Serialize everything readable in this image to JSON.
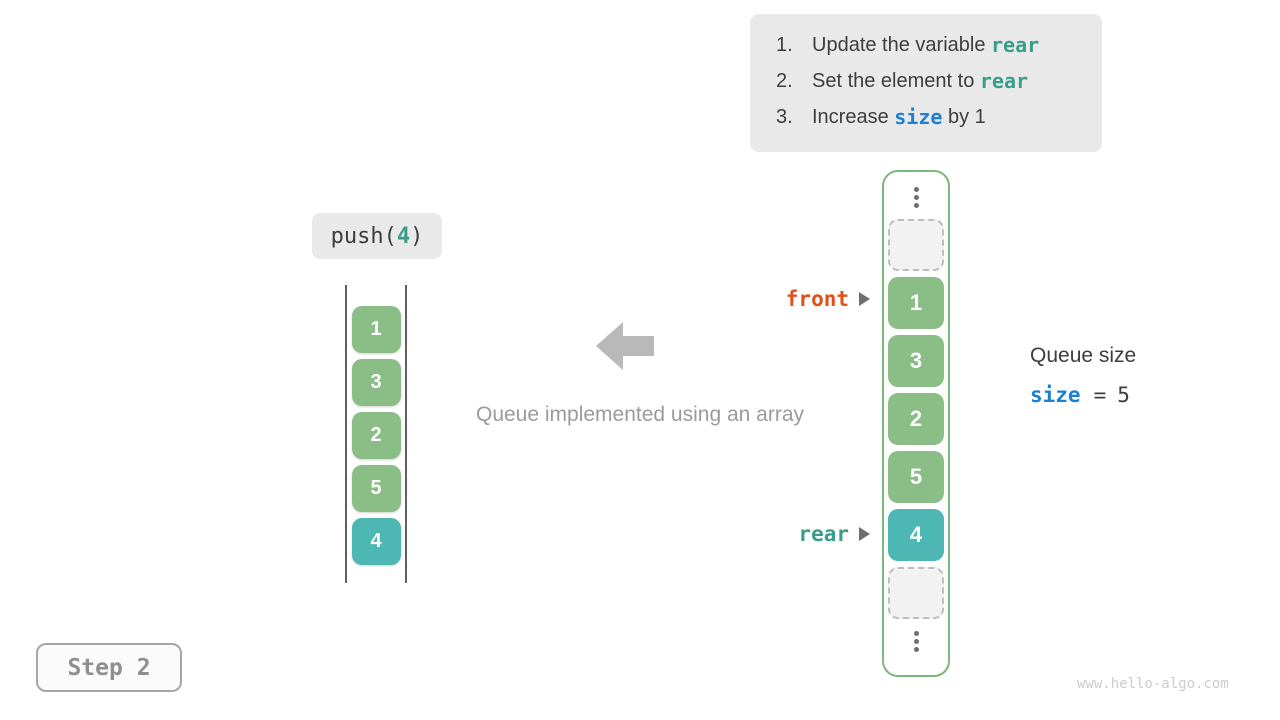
{
  "colors": {
    "code_teal": "#389e8a",
    "code_blue": "#1c7fd6",
    "front_orange": "#e25019",
    "cell_green": "#8bbe87",
    "cell_teal": "#4db8b3",
    "container_border_green": "#7cb87c",
    "panel_gray": "#e9e9e9",
    "arrow_gray": "#b9b9b9"
  },
  "instructions": {
    "items": [
      {
        "number": "1.",
        "pre": "Update the variable ",
        "code": "rear",
        "post": "",
        "code_color": "teal"
      },
      {
        "number": "2.",
        "pre": "Set the element to ",
        "code": "rear",
        "post": "",
        "code_color": "teal"
      },
      {
        "number": "3.",
        "pre": "Increase ",
        "code": "size",
        "post": " by 1",
        "code_color": "blue"
      }
    ]
  },
  "operation": {
    "prefix": "push(",
    "arg": "4",
    "suffix": ")"
  },
  "left_stack": {
    "values": [
      "1",
      "3",
      "2",
      "5",
      "4"
    ],
    "types": [
      "green",
      "green",
      "green",
      "green",
      "teal"
    ]
  },
  "array": {
    "cells": [
      {
        "value": "",
        "type": "empty"
      },
      {
        "value": "1",
        "type": "green"
      },
      {
        "value": "3",
        "type": "green"
      },
      {
        "value": "2",
        "type": "green"
      },
      {
        "value": "5",
        "type": "green"
      },
      {
        "value": "4",
        "type": "teal"
      },
      {
        "value": "",
        "type": "empty"
      }
    ]
  },
  "pointers": {
    "front": {
      "label": "front"
    },
    "rear": {
      "label": "rear"
    }
  },
  "caption": "Queue implemented using an array",
  "queue_size": {
    "title": "Queue size",
    "var": "size",
    "eq": "=",
    "value": "5"
  },
  "step": {
    "label": "Step 2"
  },
  "watermark": "www.hello-algo.com"
}
